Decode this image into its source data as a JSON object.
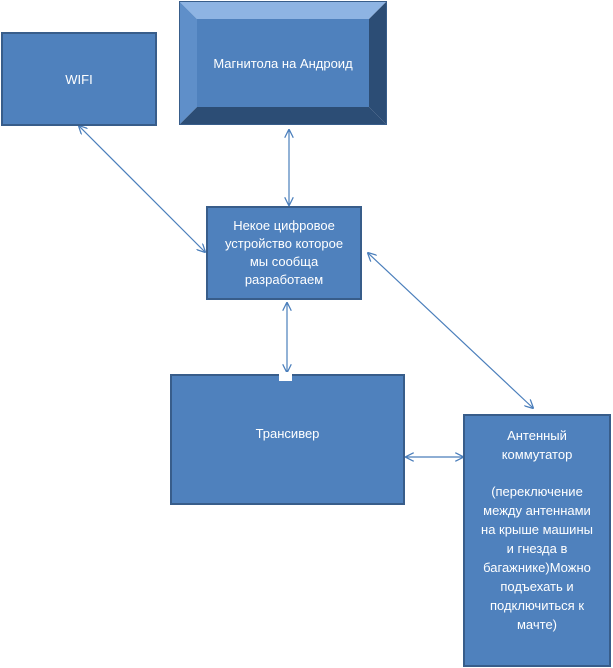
{
  "nodes": {
    "wifi": {
      "label": "WIFI"
    },
    "head_unit": {
      "label": "Магнитола на Андроид"
    },
    "device": {
      "lines": [
        "Некое цифровое",
        "устройство которое",
        "мы сообща",
        "разработаем"
      ]
    },
    "transceiver": {
      "label": "Трансивер"
    },
    "antenna_switch": {
      "title_lines": [
        "Антенный",
        "коммутатор"
      ],
      "note_lines": [
        "(переключение",
        "между антеннами",
        "на крыше машины",
        "и гнезда в",
        "багажнике)Можно",
        "подъехать и",
        "подключиться к",
        "мачте)"
      ]
    }
  },
  "edges": [
    {
      "from": "wifi",
      "to": "device",
      "style": "bidirectional-arrow"
    },
    {
      "from": "head_unit",
      "to": "device",
      "style": "bidirectional-arrow"
    },
    {
      "from": "device",
      "to": "transceiver",
      "style": "bidirectional-arrow"
    },
    {
      "from": "device",
      "to": "antenna_switch",
      "style": "bidirectional-arrow"
    },
    {
      "from": "transceiver",
      "to": "antenna_switch",
      "style": "bidirectional-arrow"
    }
  ],
  "colors": {
    "fill": "#4f81bd",
    "border": "#385d8a",
    "bevel_light": "#8eb4e3",
    "bevel_dark": "#2c4d75",
    "arrow": "#4a7ebb",
    "text": "#ffffff"
  }
}
